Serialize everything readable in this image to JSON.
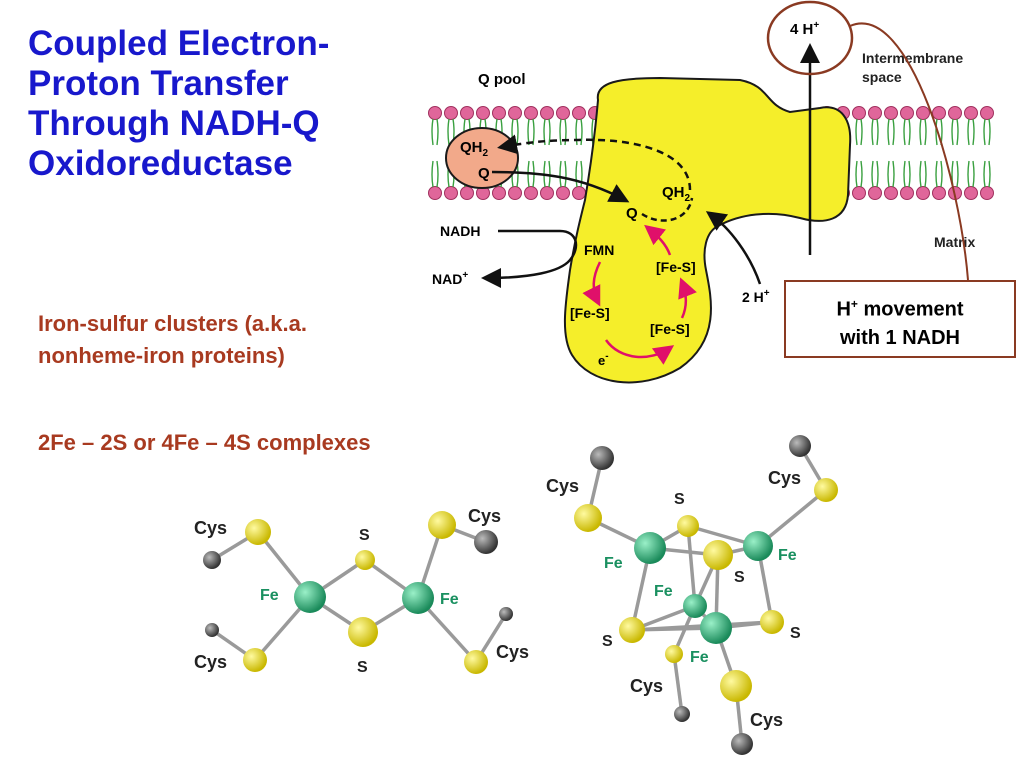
{
  "title": {
    "line1": "Coupled Electron-",
    "line2": "Proton Transfer",
    "line3": "Through NADH-Q",
    "line4": "Oxidoreductase"
  },
  "subtitle": {
    "line1": "Iron-sulfur clusters (a.k.a.",
    "line2": "nonheme-iron proteins)",
    "complexes": "2Fe – 2S or 4Fe – 4S complexes"
  },
  "callout": {
    "h": "H",
    "plus": "+",
    "rest": " movement",
    "line2": "with 1 NADH"
  },
  "diagram": {
    "q_pool": "Q pool",
    "intermembrane_line1": "Intermembrane",
    "intermembrane_line2": "space",
    "matrix": "Matrix",
    "four_h": "4 H",
    "two_h": "2 H",
    "plus": "+",
    "qh2_pool": "QH",
    "q_pool_label": "Q",
    "qh2_site": "QH",
    "q_site": "Q",
    "sub2": "2",
    "nadh": "NADH",
    "nad": "NAD",
    "fmn": "FMN",
    "fes_upper_right": "[Fe-S]",
    "fes_lower_left": "[Fe-S]",
    "fes_lower_right": "[Fe-S]",
    "electron": "e",
    "minus": "-"
  },
  "cluster_2fe": {
    "cys_top_left": "Cys",
    "cys_top_right": "Cys",
    "cys_bottom_left": "Cys",
    "cys_bottom_right": "Cys",
    "s_top": "S",
    "s_bottom": "S",
    "fe_left": "Fe",
    "fe_right": "Fe"
  },
  "cluster_4fe": {
    "cys_top_left": "Cys",
    "cys_top_right": "Cys",
    "cys_bottom_left": "Cys",
    "cys_bottom_right": "Cys",
    "s_top": "S",
    "s_middle": "S",
    "s_left": "S",
    "s_right": "S",
    "fe_left": "Fe",
    "fe_right": "Fe",
    "fe_center": "Fe",
    "fe_bottom": "Fe"
  },
  "colors": {
    "title": "#1818cc",
    "subhead": "#a83a20",
    "protein": "#f5ee2a",
    "lipid_head": "#e0669a",
    "lipid_tail": "#3aa040",
    "quinone": "#f2a98a",
    "electron_arrow": "#e0106a",
    "callout_border": "#8a3a22",
    "iron": "#2aa070",
    "sulfur": "#e8df2a",
    "cys_carbon": "#555555"
  }
}
